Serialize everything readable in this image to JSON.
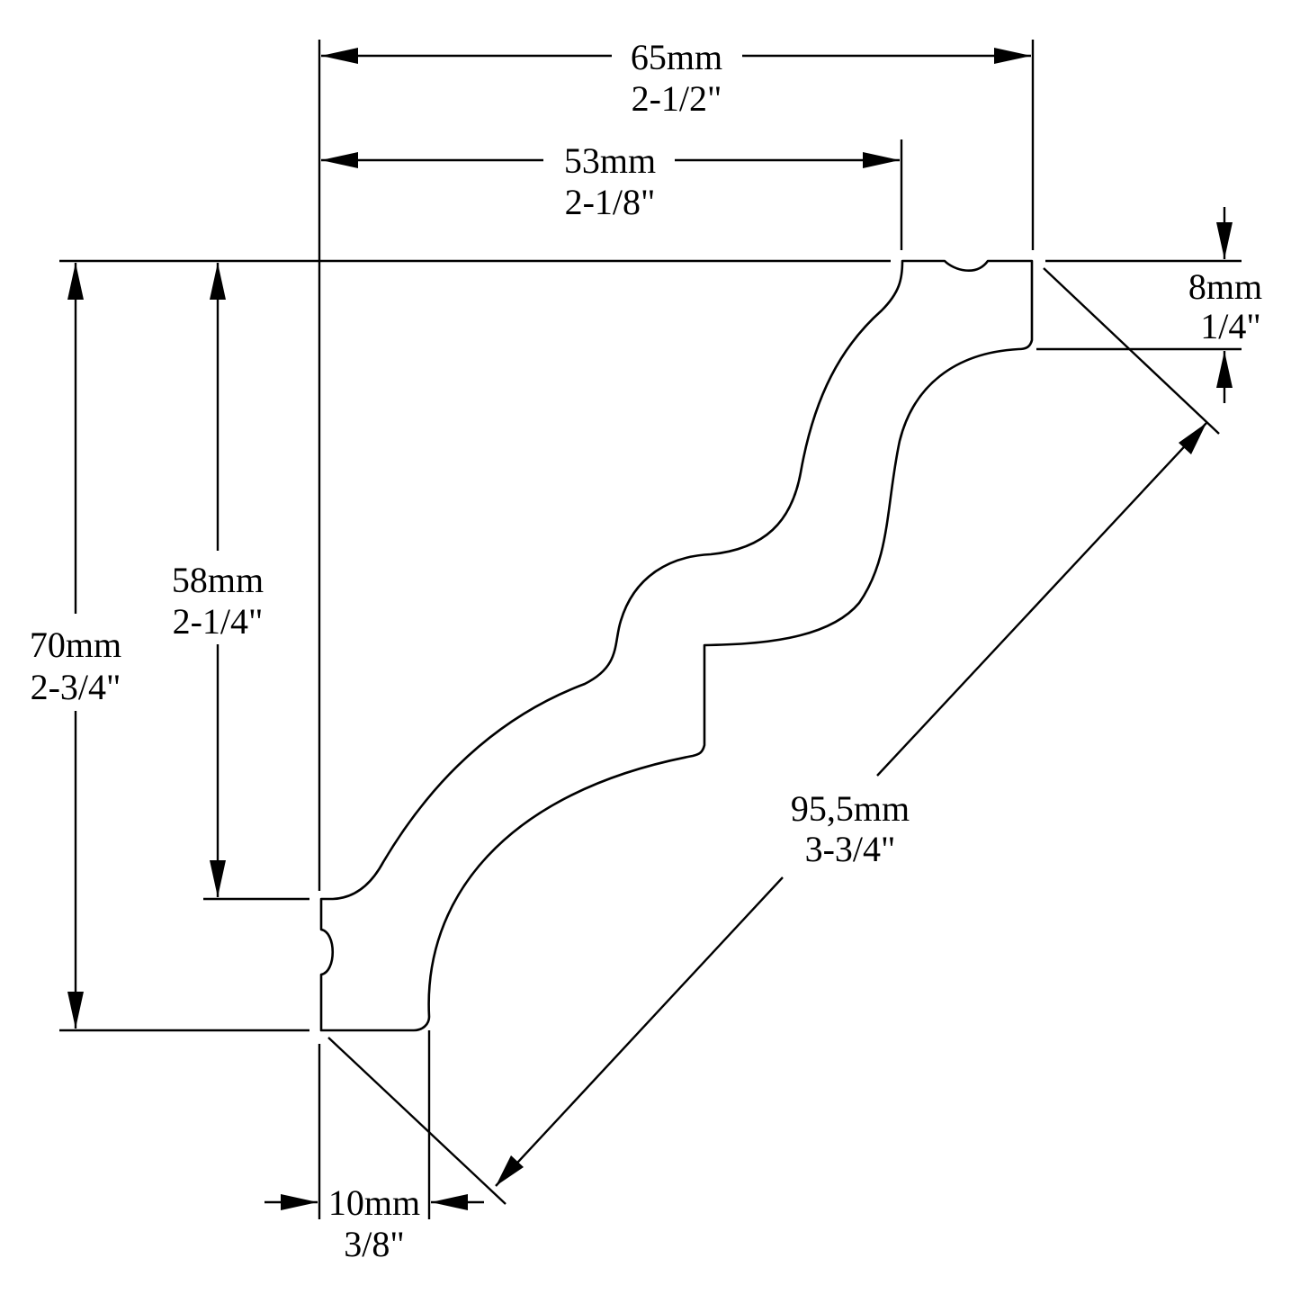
{
  "colors": {
    "line": "#000000",
    "background": "#ffffff"
  },
  "dimensions": {
    "total_width": {
      "mm": "65mm",
      "inch": "2-1/2\""
    },
    "top_flat_width": {
      "mm": "53mm",
      "inch": "2-1/8\""
    },
    "top_thickness": {
      "mm": "8mm",
      "inch": "1/4\""
    },
    "total_height": {
      "mm": "70mm",
      "inch": "2-3/4\""
    },
    "wall_drop": {
      "mm": "58mm",
      "inch": "2-1/4\""
    },
    "diagonal_face": {
      "mm": "95,5mm",
      "inch": "3-3/4\""
    },
    "bottom_thickness": {
      "mm": "10mm",
      "inch": "3/8\""
    }
  }
}
